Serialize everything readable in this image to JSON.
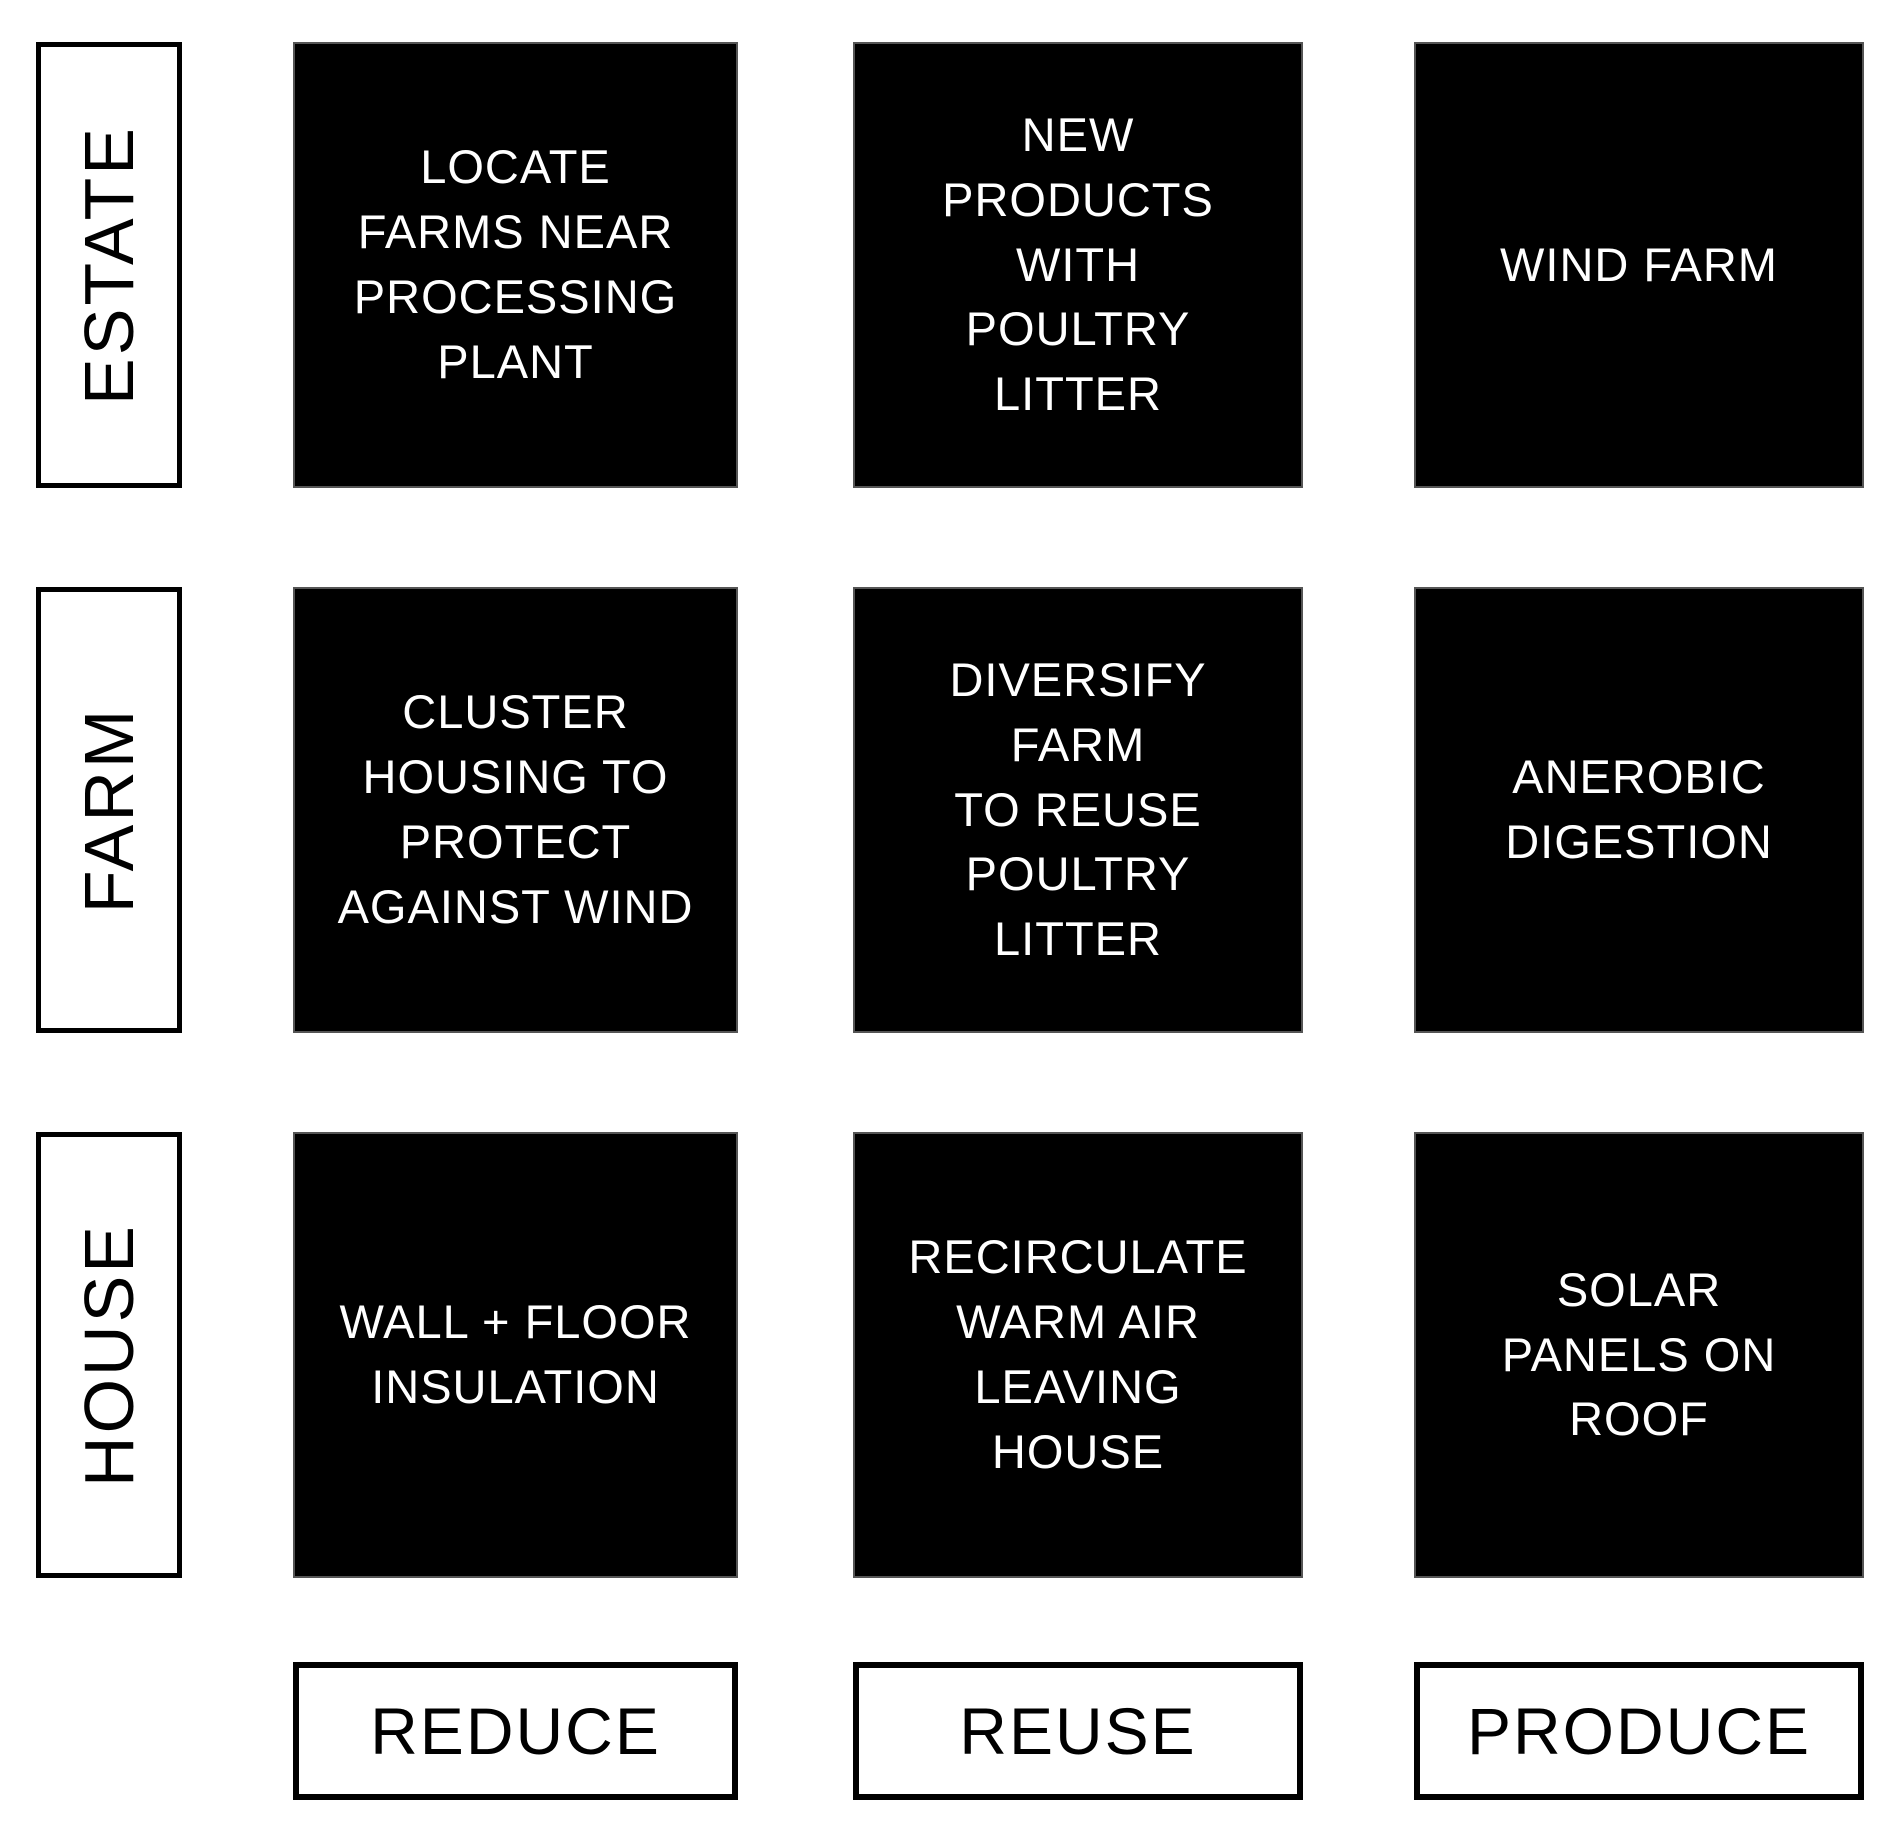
{
  "figure": {
    "rows": [
      {
        "label": "ESTATE",
        "cells": [
          {
            "text": "LOCATE\nFARMS NEAR\nPROCESSING\nPLANT"
          },
          {
            "text": "NEW\nPRODUCTS\nWITH\nPOULTRY\nLITTER"
          },
          {
            "text": "WIND FARM"
          }
        ]
      },
      {
        "label": "FARM",
        "cells": [
          {
            "text": "CLUSTER\nHOUSING TO\nPROTECT\nAGAINST WIND"
          },
          {
            "text": "DIVERSIFY\nFARM\nTO REUSE\nPOULTRY\nLITTER"
          },
          {
            "text": "ANEROBIC\nDIGESTION"
          }
        ]
      },
      {
        "label": "HOUSE",
        "cells": [
          {
            "text": "WALL + FLOOR\nINSULATION"
          },
          {
            "text": "RECIRCULATE\nWARM AIR\nLEAVING\nHOUSE"
          },
          {
            "text": "SOLAR\nPANELS ON\nROOF"
          }
        ]
      }
    ],
    "columns": [
      {
        "label": "REDUCE"
      },
      {
        "label": "REUSE"
      },
      {
        "label": "PRODUCE"
      }
    ],
    "colors": {
      "cell_background": "#000000",
      "cell_text": "#ffffff",
      "label_background": "#ffffff",
      "label_text": "#000000",
      "border": "#000000"
    }
  }
}
